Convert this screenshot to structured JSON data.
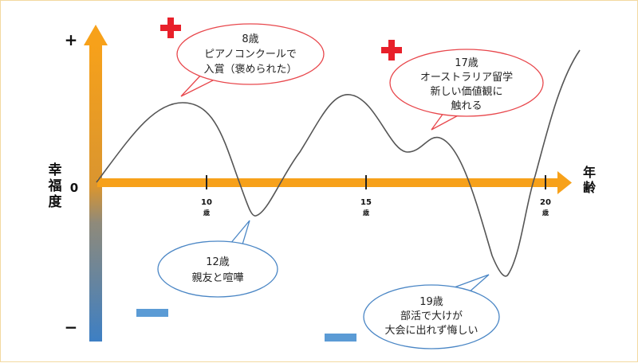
{
  "axes": {
    "y_plus": "+",
    "y_minus": "−",
    "y_zero": "0",
    "y_title": [
      "幸",
      "福",
      "度"
    ],
    "x_title": [
      "年",
      "齢"
    ],
    "ticks": [
      {
        "num": "10",
        "unit": "歳"
      },
      {
        "num": "15",
        "unit": "歳"
      },
      {
        "num": "20",
        "unit": "歳"
      }
    ]
  },
  "events": [
    {
      "age": "8歳",
      "lines": [
        "ピアノコンクールで",
        "入賞（褒められた）"
      ],
      "type": "positive"
    },
    {
      "age": "12歳",
      "lines": [
        "親友と喧嘩"
      ],
      "type": "negative"
    },
    {
      "age": "17歳",
      "lines": [
        "オーストラリア留学",
        "新しい価値観に",
        "触れる"
      ],
      "type": "positive"
    },
    {
      "age": "19歳",
      "lines": [
        "部活で大けが",
        "大会に出れず悔しい"
      ],
      "type": "negative"
    }
  ],
  "colors": {
    "axis_orange": "#f7a11a",
    "positive_border": "#e8474c",
    "negative_border": "#4a86c5",
    "plus_marker": "#e8202a",
    "minus_marker": "#5b9bd5",
    "curve": "#555555"
  }
}
